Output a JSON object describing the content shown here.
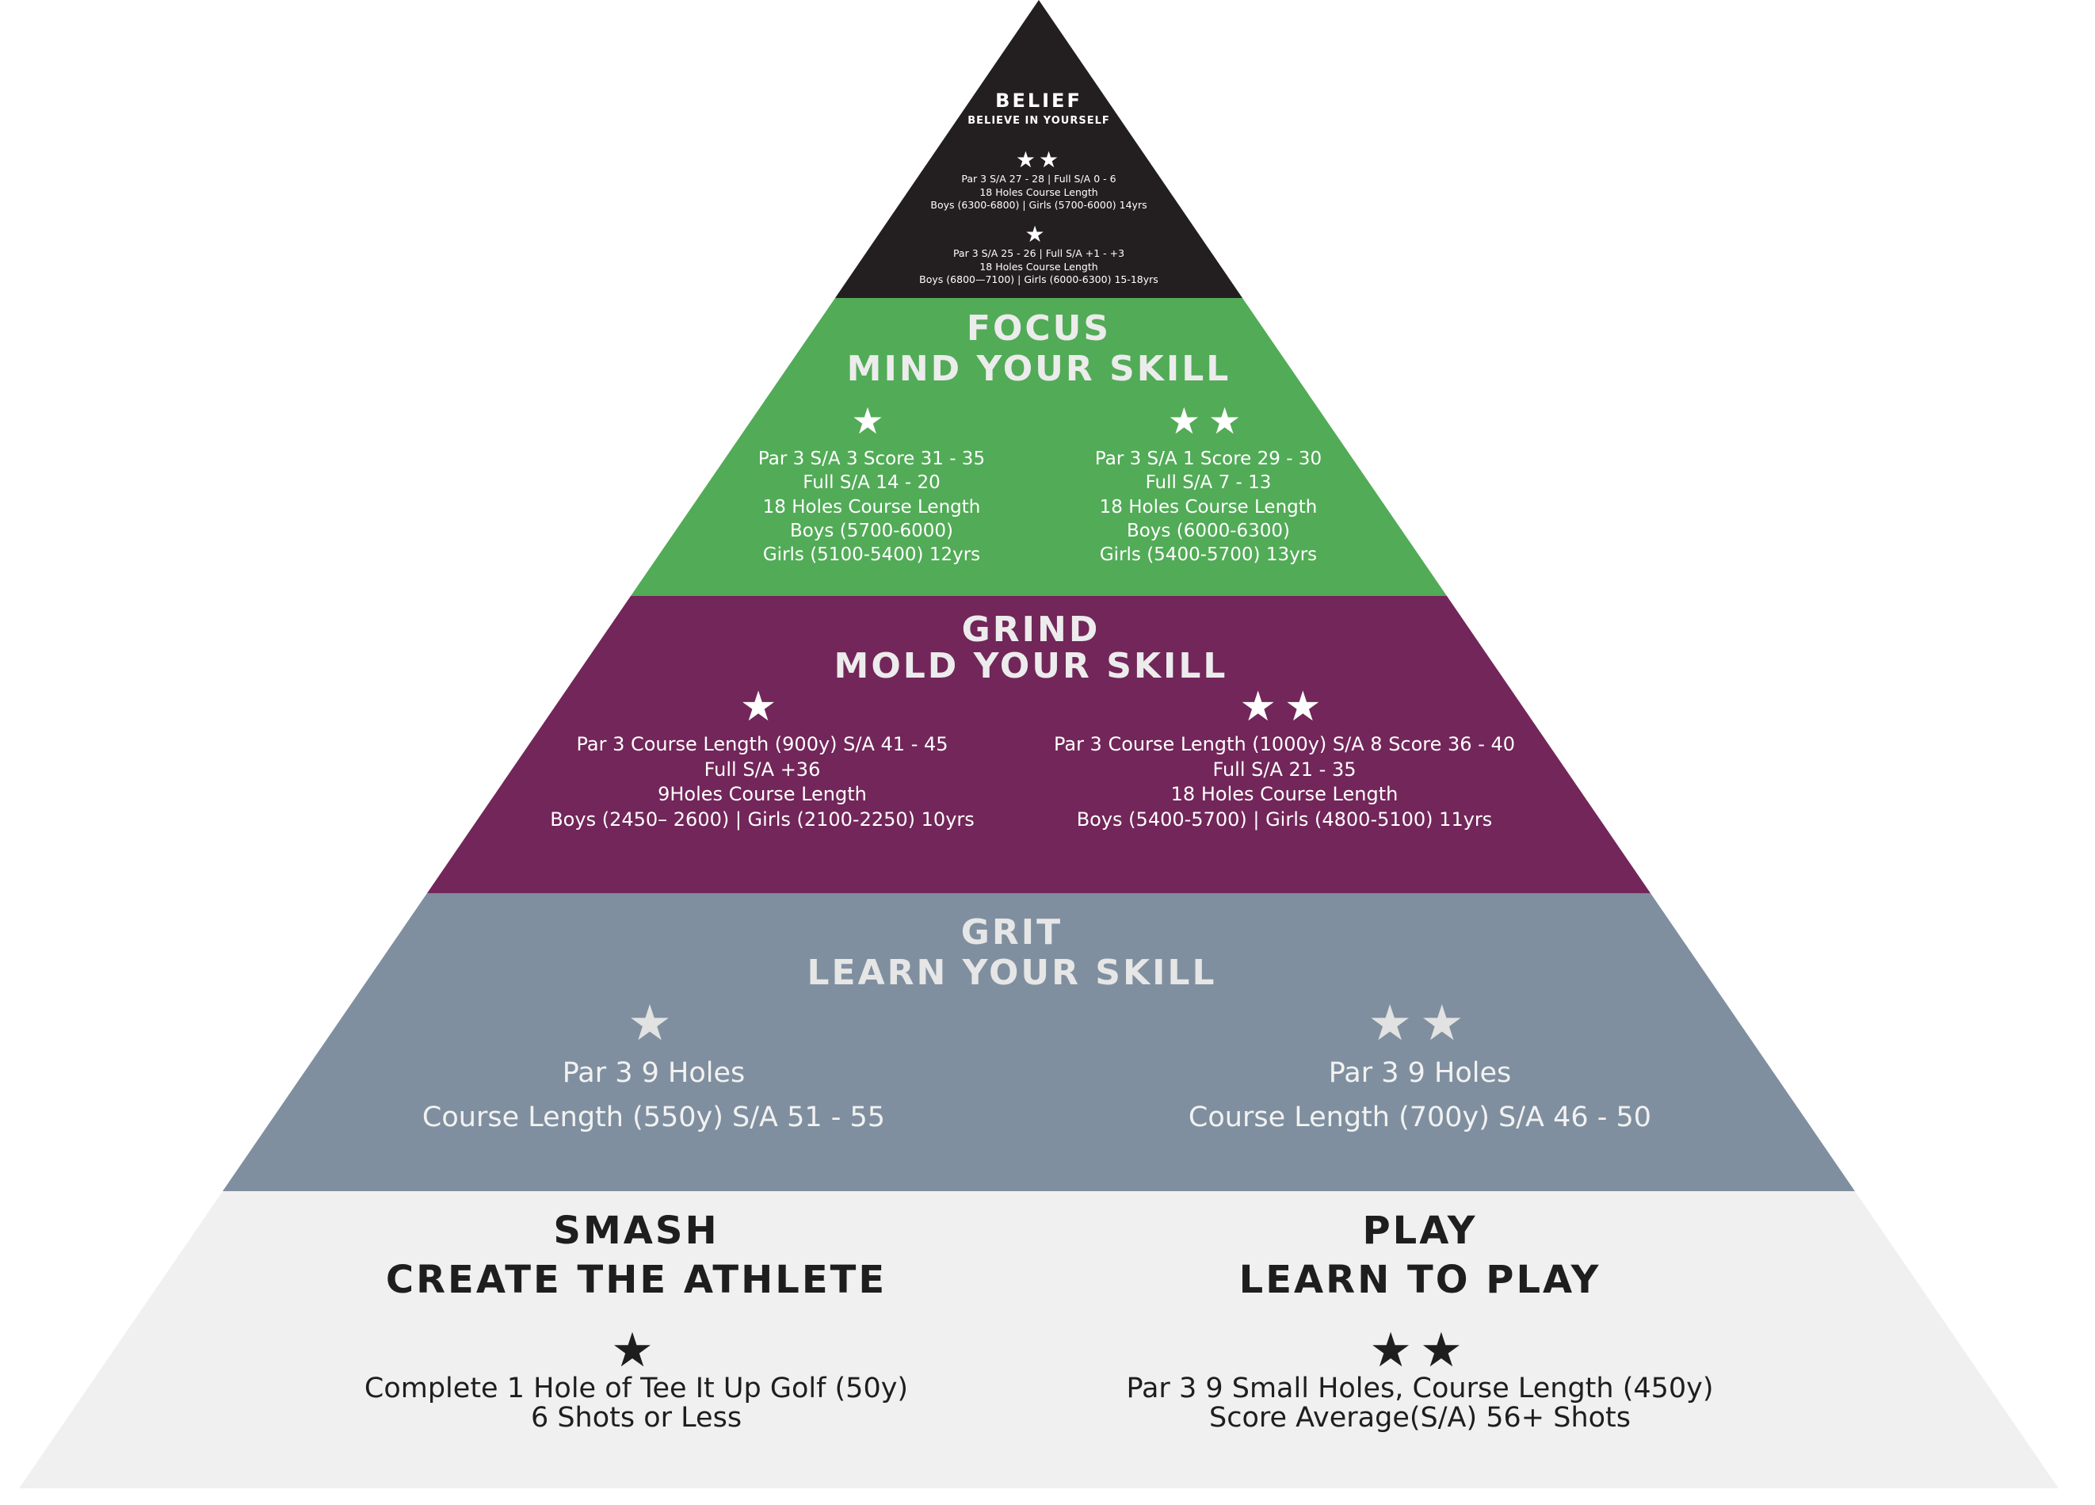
{
  "colors": {
    "belief": "#231f20",
    "focus": "#52ab57",
    "grind": "#722659",
    "grit": "#7f8f9f",
    "base": "#f0f0f0",
    "light_text": "#ffffff",
    "grit_text": "#f2f2f2",
    "dark_text": "#1e1e1e"
  },
  "belief": {
    "title": "BELIEF",
    "subtitle": "BELIEVE IN YOURSELF",
    "level2": {
      "stars": "★★",
      "lines": [
        "Par 3 S/A 27 - 28  |  Full S/A 0 - 6",
        "18 Holes Course Length",
        "Boys (6300-6800) | Girls (5700-6000) 14yrs"
      ]
    },
    "level1": {
      "stars": "★",
      "lines": [
        "Par 3 S/A 25 - 26  |  Full S/A +1 - +3",
        "18 Holes Course Length",
        "Boys (6800—7100) | Girls (6000-6300) 15-18yrs"
      ]
    }
  },
  "focus": {
    "title": "FOCUS",
    "subtitle": "MIND YOUR SKILL",
    "left": {
      "stars": "★",
      "lines": [
        "Par 3 S/A 3 Score 31 - 35",
        "Full S/A 14 - 20",
        "18 Holes Course Length",
        "Boys (5700-6000)",
        "Girls (5100-5400) 12yrs"
      ]
    },
    "right": {
      "stars": "★★",
      "lines": [
        "Par 3 S/A 1 Score 29 - 30",
        "Full S/A 7 - 13",
        "18 Holes Course Length",
        "Boys (6000-6300)",
        "Girls (5400-5700) 13yrs"
      ]
    }
  },
  "grind": {
    "title": "GRIND",
    "subtitle": "MOLD YOUR SKILL",
    "left": {
      "stars": "★",
      "lines": [
        "Par 3 Course Length (900y) S/A 41 - 45",
        "Full S/A +36",
        "9Holes Course Length",
        "Boys (2450– 2600) | Girls (2100-2250) 10yrs"
      ]
    },
    "right": {
      "stars": "★★",
      "lines": [
        "Par 3 Course Length (1000y) S/A 8 Score 36 - 40",
        "Full S/A 21 - 35",
        "18 Holes Course Length",
        "Boys (5400-5700) | Girls (4800-5100) 11yrs"
      ]
    }
  },
  "grit": {
    "title": "GRIT",
    "subtitle": "LEARN YOUR SKILL",
    "left": {
      "stars": "★",
      "lines": [
        "Par 3 9 Holes",
        "Course Length (550y) S/A 51 - 55"
      ]
    },
    "right": {
      "stars": "★★",
      "lines": [
        "Par 3 9 Holes",
        "Course Length (700y) S/A 46 - 50"
      ]
    }
  },
  "smash": {
    "title": "SMASH",
    "subtitle": "CREATE THE ATHLETE",
    "stars": "★",
    "lines": [
      "Complete 1 Hole of Tee It Up Golf (50y)",
      "6 Shots or Less"
    ]
  },
  "play": {
    "title": "PLAY",
    "subtitle": "LEARN TO PLAY",
    "stars": "★★",
    "lines": [
      "Par 3 9 Small Holes, Course Length (450y)",
      "Score Average(S/A) 56+ Shots"
    ]
  }
}
